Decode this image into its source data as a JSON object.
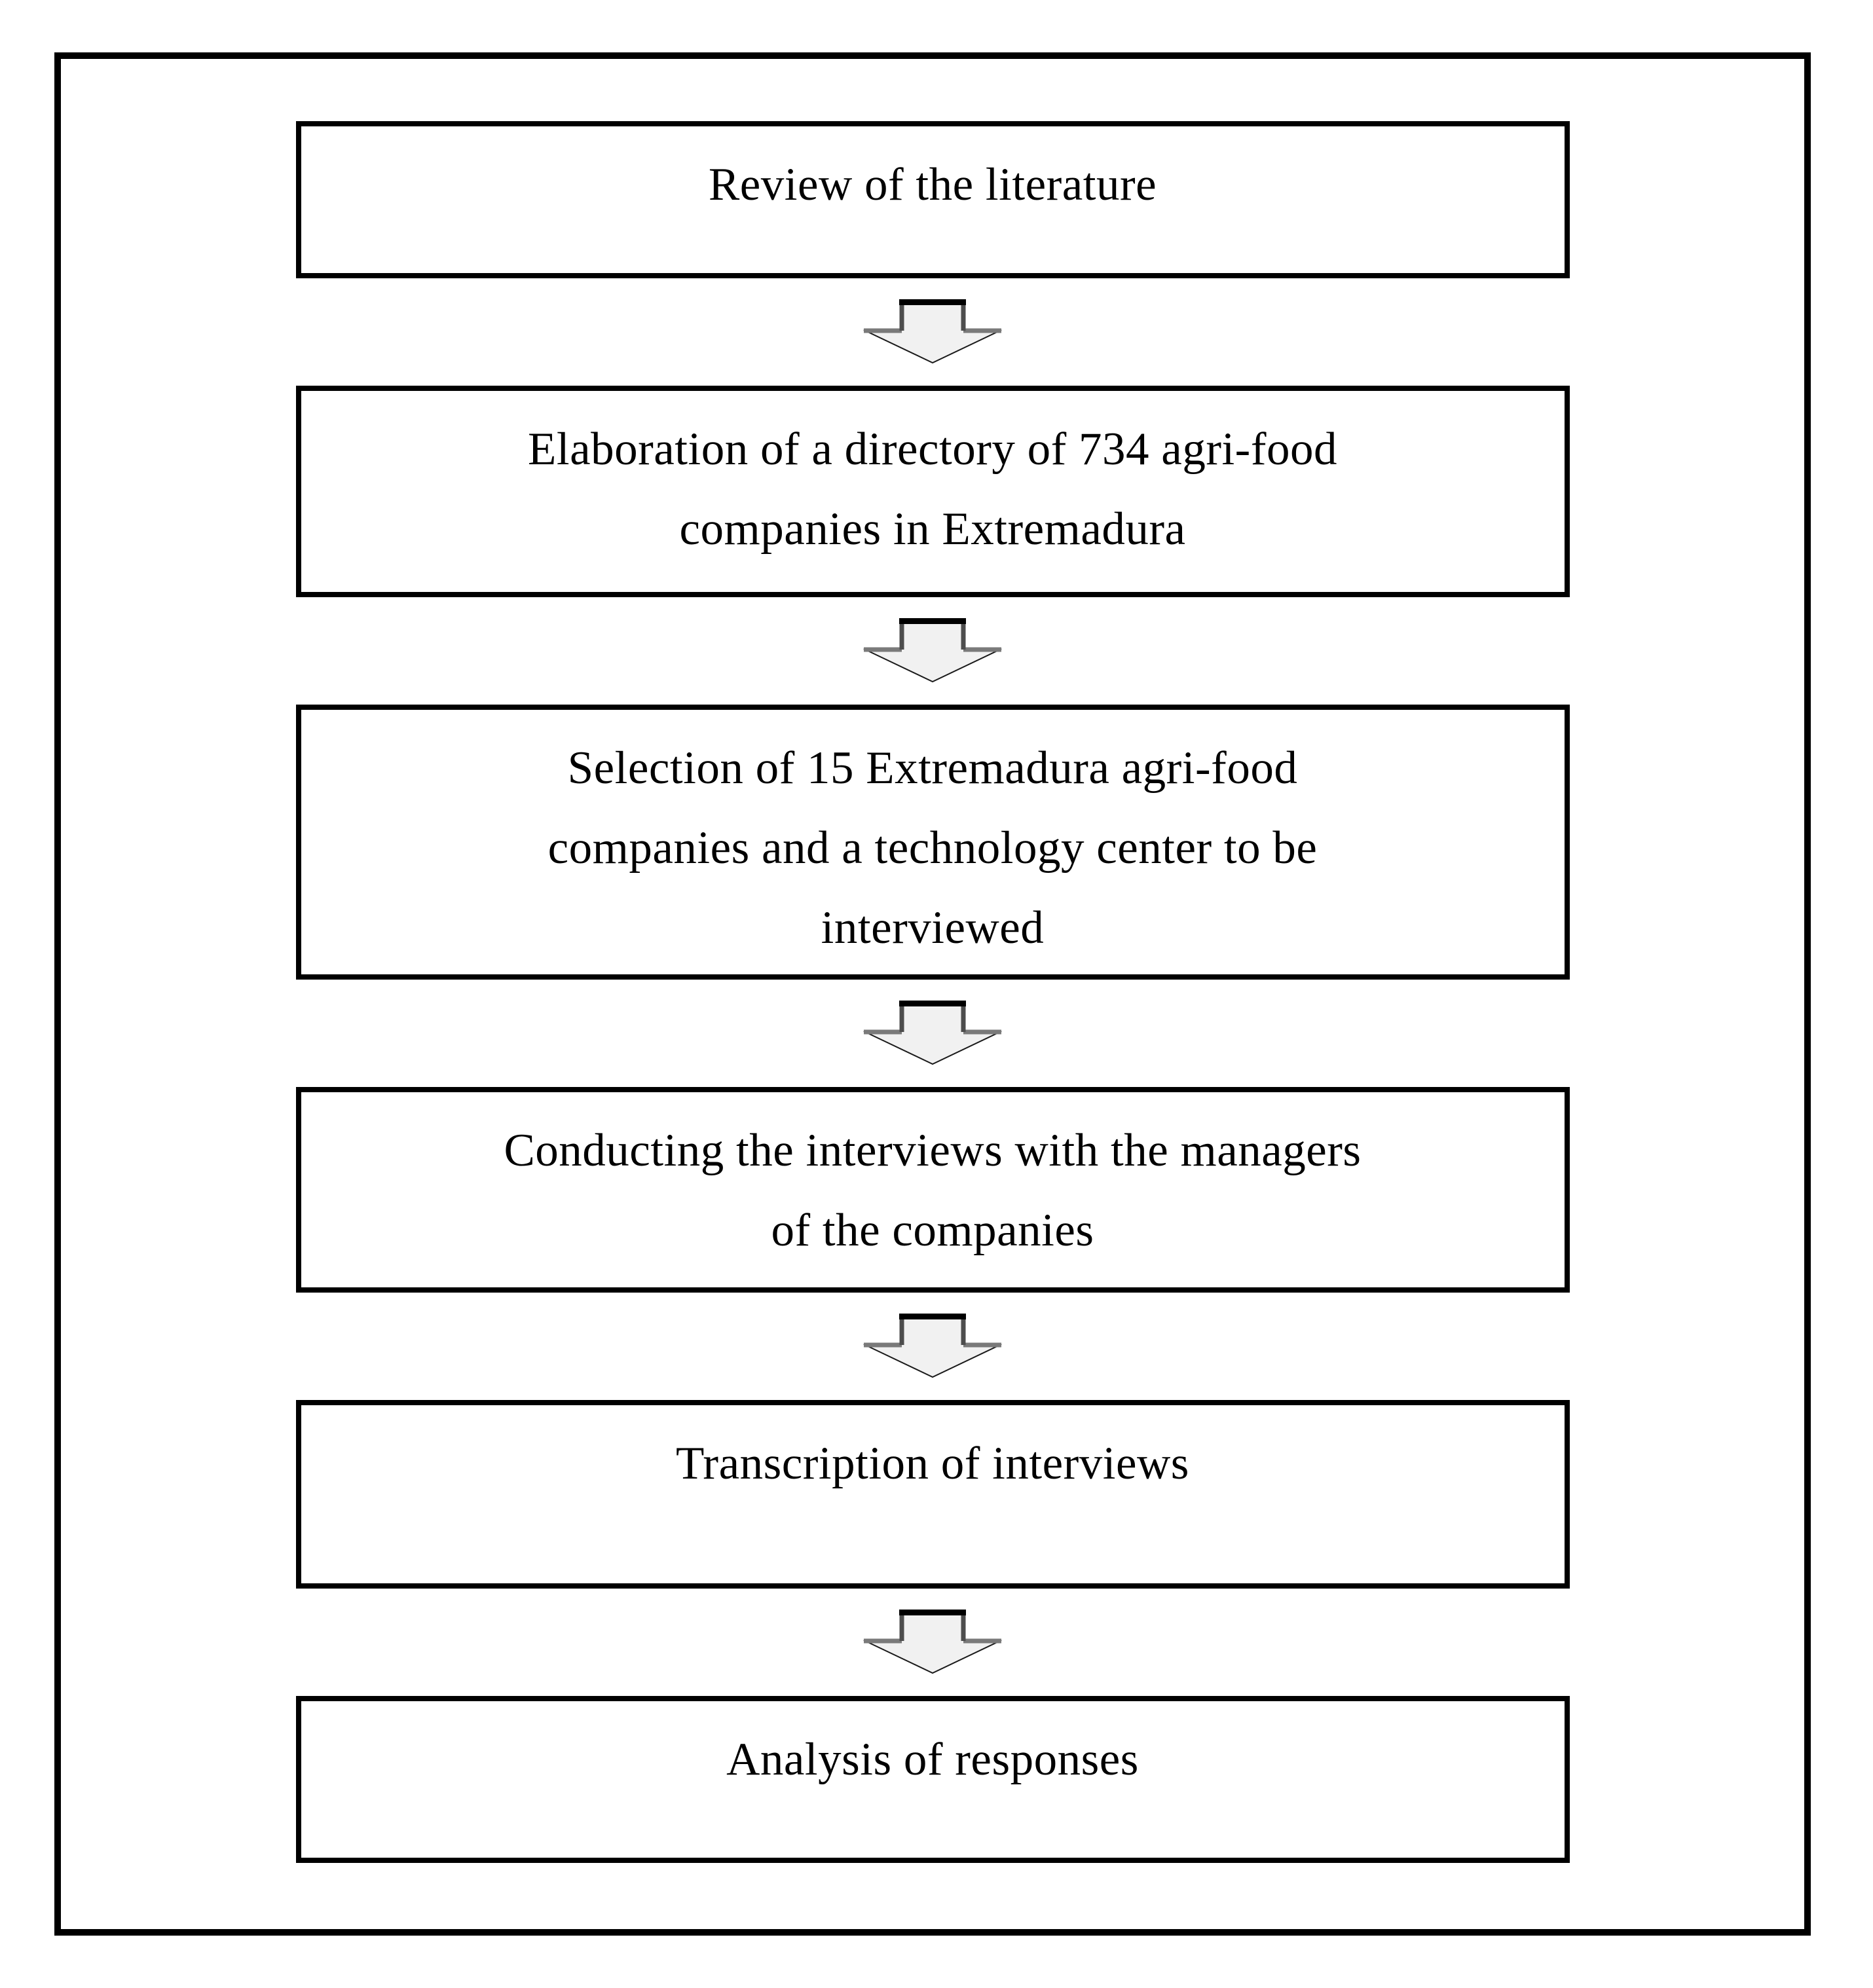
{
  "figure": {
    "type": "flowchart",
    "direction": "top-down",
    "steps": [
      {
        "label": "Review of the literature"
      },
      {
        "label": "Elaboration of a directory of 734 agri-food\ncompanies in Extremadura"
      },
      {
        "label": "Selection of 15 Extremadura agri-food\ncompanies and a technology center to be\ninterviewed"
      },
      {
        "label": "Conducting the interviews with the managers\nof the companies"
      },
      {
        "label": "Transcription of interviews"
      },
      {
        "label": "Analysis of responses"
      }
    ],
    "connector_icon": "down-block-arrow-icon",
    "colors": {
      "background": "#ffffff",
      "box_fill": "#ffffff",
      "box_border": "#000000",
      "arrow_fill": "#f1f1f1",
      "arrow_outline": "#1a1a1a",
      "arrow_shade_gray": "#7a7a7a",
      "arrow_stem_gray": "#4d4d4d"
    }
  }
}
